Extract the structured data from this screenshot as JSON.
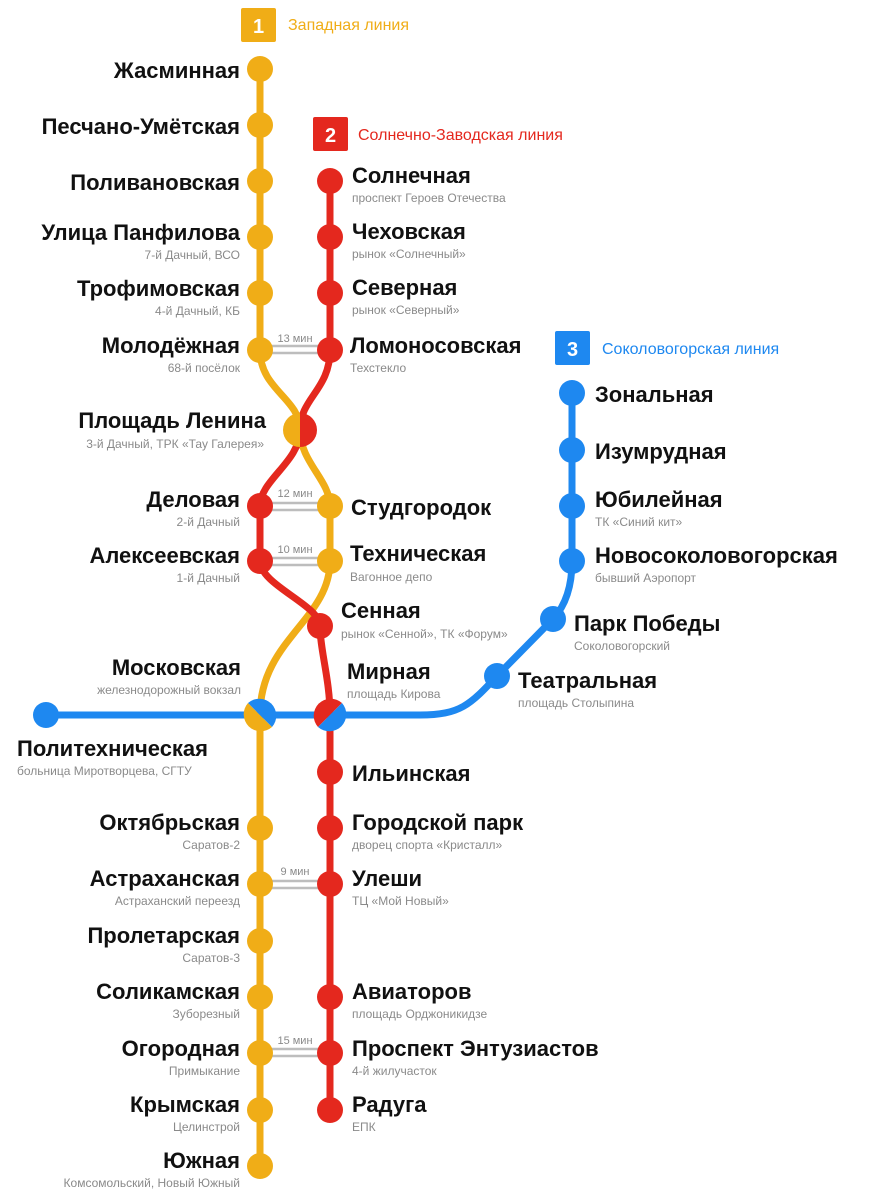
{
  "colors": {
    "west": "#F0AD17",
    "sun": "#E4281E",
    "sokol": "#1E88F0",
    "transfer_bar": "#BDBDBD"
  },
  "legend": {
    "west": {
      "number": "1",
      "name": "Западная линия"
    },
    "sun": {
      "number": "2",
      "name": "Солнечно-Заводская линия"
    },
    "sokol": {
      "number": "3",
      "name": "Соколовогорская линия"
    }
  },
  "transfers": {
    "t1": "13 мин",
    "t2": "12 мин",
    "t3": "10 мин",
    "t4": "9 мин",
    "t5": "15 мин"
  },
  "stations": {
    "jasm": {
      "name": "Жасминная",
      "sub": ""
    },
    "pesch": {
      "name": "Песчано-Умётская",
      "sub": ""
    },
    "poliv": {
      "name": "Поливановская",
      "sub": ""
    },
    "panf": {
      "name": "Улица Панфилова",
      "sub": "7-й Дачный, ВСО"
    },
    "trof": {
      "name": "Трофимовская",
      "sub": "4-й Дачный, КБ"
    },
    "molod": {
      "name": "Молодёжная",
      "sub": "68-й посёлок"
    },
    "lenin": {
      "name": "Площадь Ленина",
      "sub": "3-й Дачный, ТРК «Тау Галерея»"
    },
    "delov": {
      "name": "Деловая",
      "sub": "2-й Дачный"
    },
    "aleks": {
      "name": "Алексеевская",
      "sub": "1-й Дачный"
    },
    "moskov": {
      "name": "Московская",
      "sub": "железнодорожный вокзал"
    },
    "politeh": {
      "name": "Политехническая",
      "sub": "больница Миротворцева, СГТУ"
    },
    "oktyab": {
      "name": "Октябрьская",
      "sub": "Саратов-2"
    },
    "astrah": {
      "name": "Астраханская",
      "sub": "Астраханский переезд"
    },
    "prolet": {
      "name": "Пролетарская",
      "sub": "Саратов-3"
    },
    "solik": {
      "name": "Соликамская",
      "sub": "Зуборезный"
    },
    "ogorod": {
      "name": "Огородная",
      "sub": "Примыкание"
    },
    "krym": {
      "name": "Крымская",
      "sub": "Целинстрой"
    },
    "yuzh": {
      "name": "Южная",
      "sub": "Комсомольский, Новый Южный"
    },
    "solnech": {
      "name": "Солнечная",
      "sub": "проспект Героев Отечества"
    },
    "chehov": {
      "name": "Чеховская",
      "sub": "рынок «Солнечный»"
    },
    "sever": {
      "name": "Северная",
      "sub": "рынок «Северный»"
    },
    "lomon": {
      "name": "Ломоносовская",
      "sub": "Техстекло"
    },
    "studg": {
      "name": "Студгородок",
      "sub": ""
    },
    "tehn": {
      "name": "Техническая",
      "sub": "Вагонное депо"
    },
    "senn": {
      "name": "Сенная",
      "sub": "рынок «Сенной», ТК «Форум»"
    },
    "mirn": {
      "name": "Мирная",
      "sub": "площадь Кирова"
    },
    "ilyin": {
      "name": "Ильинская",
      "sub": ""
    },
    "gorpark": {
      "name": "Городской парк",
      "sub": "дворец спорта «Кристалл»"
    },
    "uleshi": {
      "name": "Улеши",
      "sub": "ТЦ «Мой Новый»"
    },
    "aviat": {
      "name": "Авиаторов",
      "sub": "площадь Орджоникидзе"
    },
    "prospent": {
      "name": "Проспект Энтузиастов",
      "sub": "4-й жилучасток"
    },
    "raduga": {
      "name": "Радуга",
      "sub": "ЕПК"
    },
    "zonal": {
      "name": "Зональная",
      "sub": ""
    },
    "izumr": {
      "name": "Изумрудная",
      "sub": ""
    },
    "yubil": {
      "name": "Юбилейная",
      "sub": "ТК «Синий кит»"
    },
    "novosok": {
      "name": "Новосоколовогорская",
      "sub": "бывший Аэропорт"
    },
    "parkpob": {
      "name": "Парк Победы",
      "sub": "Соколовогорский"
    },
    "teatr": {
      "name": "Театральная",
      "sub": "площадь Столыпина"
    }
  }
}
